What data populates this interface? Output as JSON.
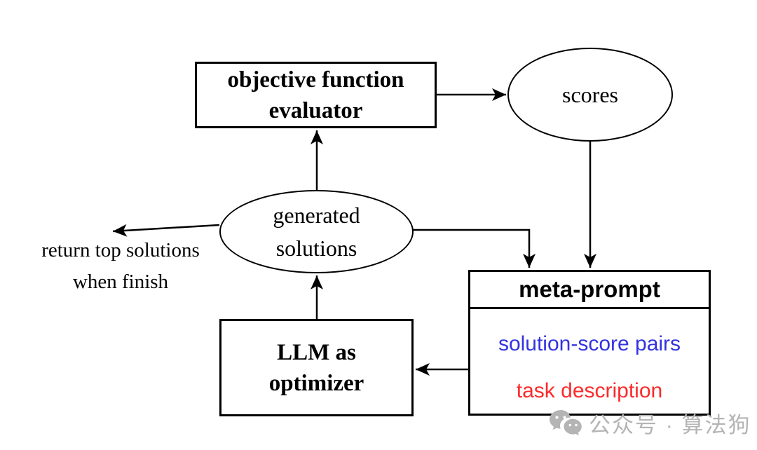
{
  "diagram": {
    "nodes": {
      "evaluator": {
        "label_line1": "objective function",
        "label_line2": "evaluator",
        "shape": "rectangle"
      },
      "scores": {
        "label": "scores",
        "shape": "ellipse"
      },
      "generated_solutions": {
        "label_line1": "generated",
        "label_line2": "solutions",
        "shape": "ellipse"
      },
      "llm_optimizer": {
        "label_line1": "LLM as",
        "label_line2": "optimizer",
        "shape": "rectangle"
      },
      "meta_prompt": {
        "title": "meta-prompt",
        "item_solution_score": "solution-score pairs",
        "item_task_description": "task description",
        "shape": "rectangle-with-header"
      }
    },
    "edges": [
      {
        "from": "objective function evaluator",
        "to": "scores"
      },
      {
        "from": "generated solutions",
        "to": "objective function evaluator"
      },
      {
        "from": "generated solutions",
        "to": "return top solutions when finish"
      },
      {
        "from": "generated solutions",
        "to": "meta-prompt"
      },
      {
        "from": "scores",
        "to": "meta-prompt"
      },
      {
        "from": "meta-prompt",
        "to": "LLM as optimizer"
      },
      {
        "from": "LLM as optimizer",
        "to": "generated solutions"
      }
    ],
    "annotations": {
      "return_note_line1": "return top solutions",
      "return_note_line2": "when finish"
    },
    "colors": {
      "line": "#000000",
      "solution_score_pairs_text": "#3333e0",
      "task_description_text": "#fb2b2b",
      "watermark": "#b4b4b4"
    }
  },
  "watermark": {
    "icon": "wechat-icon",
    "text": "公众号 · 算法狗"
  }
}
